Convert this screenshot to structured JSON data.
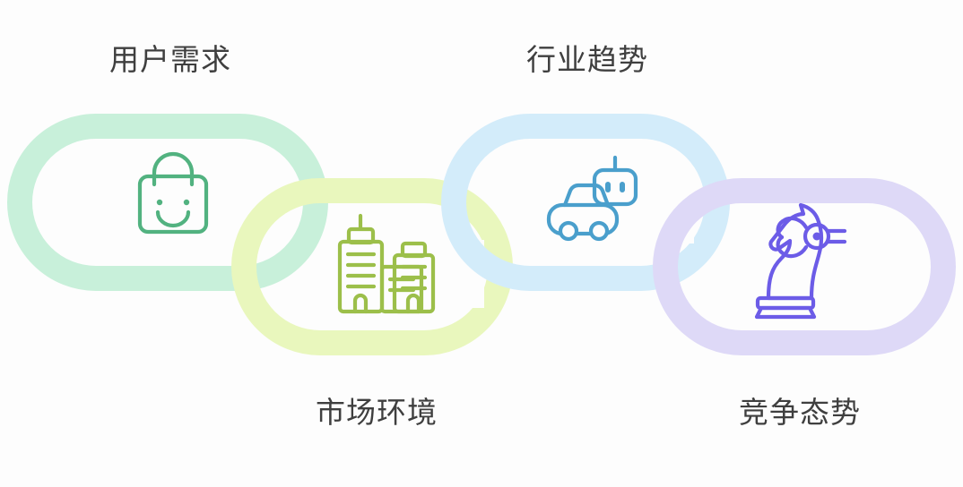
{
  "diagram": {
    "type": "interlocking-chain",
    "orientation": "horizontal",
    "background_color": "#fdfdfd",
    "link_count": 4,
    "links": [
      {
        "label": "用户需求",
        "label_position": "above",
        "ring_color": "#c8f0da",
        "icon_color": "#52b280",
        "icon_name": "shopping-bag-smile-icon",
        "vertical_position": "upper"
      },
      {
        "label": "市场环境",
        "label_position": "below",
        "ring_color": "#e9f7bd",
        "icon_color": "#9cbf4a",
        "icon_name": "city-buildings-icon",
        "vertical_position": "lower"
      },
      {
        "label": "行业趋势",
        "label_position": "above",
        "ring_color": "#d3ecfa",
        "icon_color": "#4a9fcc",
        "icon_name": "car-robot-icon",
        "vertical_position": "upper"
      },
      {
        "label": "竞争态势",
        "label_position": "below",
        "ring_color": "#ded9f7",
        "icon_color": "#6c5ce7",
        "icon_name": "chess-knight-robot-icon",
        "vertical_position": "lower"
      }
    ],
    "label_color": "#3f3f3f"
  }
}
